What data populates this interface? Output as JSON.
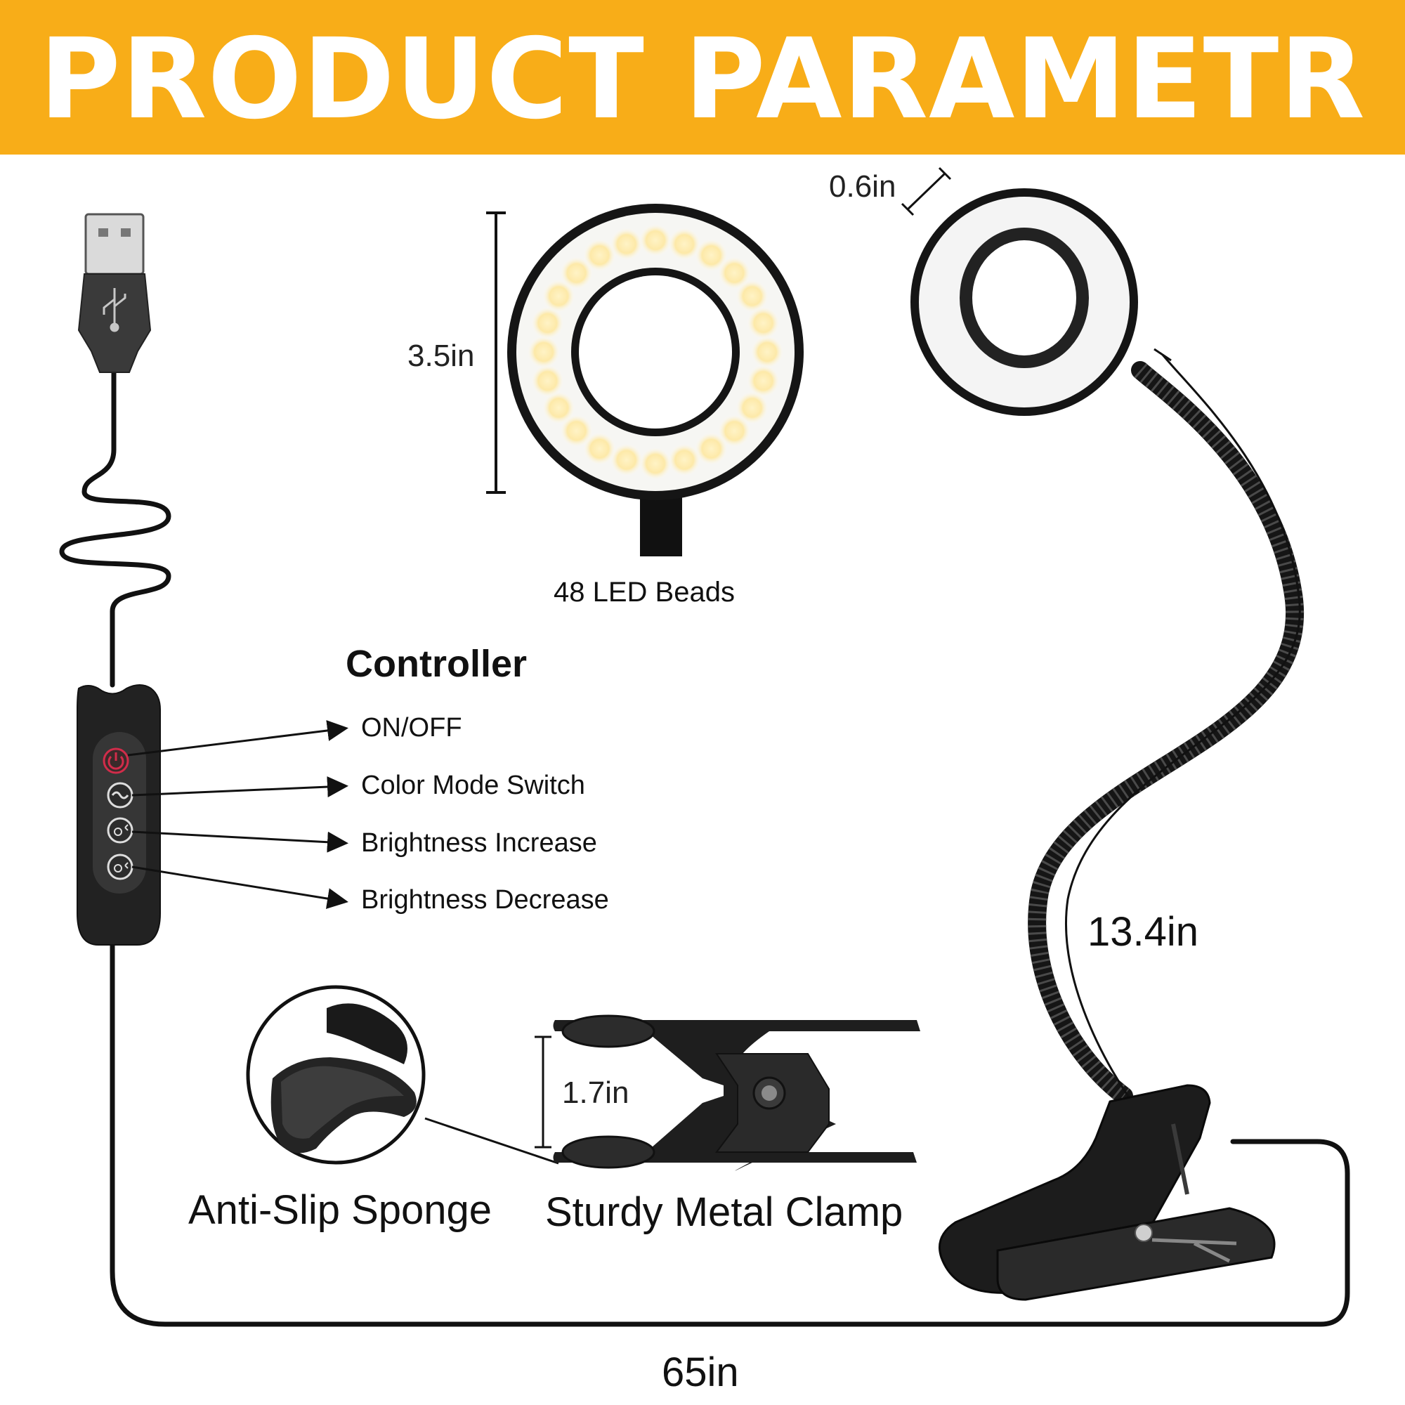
{
  "banner": {
    "title": "PRODUCT PARAMETR",
    "color": "#f8ad18"
  },
  "ring_light": {
    "diameter": "3.5in",
    "beads": "48 LED Beads"
  },
  "lamp": {
    "ring_thickness": "0.6in",
    "gooseneck_length": "13.4in"
  },
  "controller": {
    "title": "Controller",
    "buttons": [
      {
        "label": "ON/OFF",
        "icon": "power-icon"
      },
      {
        "label": "Color Mode Switch",
        "icon": "color-mode-icon"
      },
      {
        "label": "Brightness Increase",
        "icon": "brightness-up-icon"
      },
      {
        "label": "Brightness Decrease",
        "icon": "brightness-down-icon"
      }
    ]
  },
  "clamp": {
    "opening": "1.7in",
    "sponge_label": "Anti-Slip Sponge",
    "clamp_label": "Sturdy Metal Clamp"
  },
  "cable": {
    "length": "65in"
  }
}
